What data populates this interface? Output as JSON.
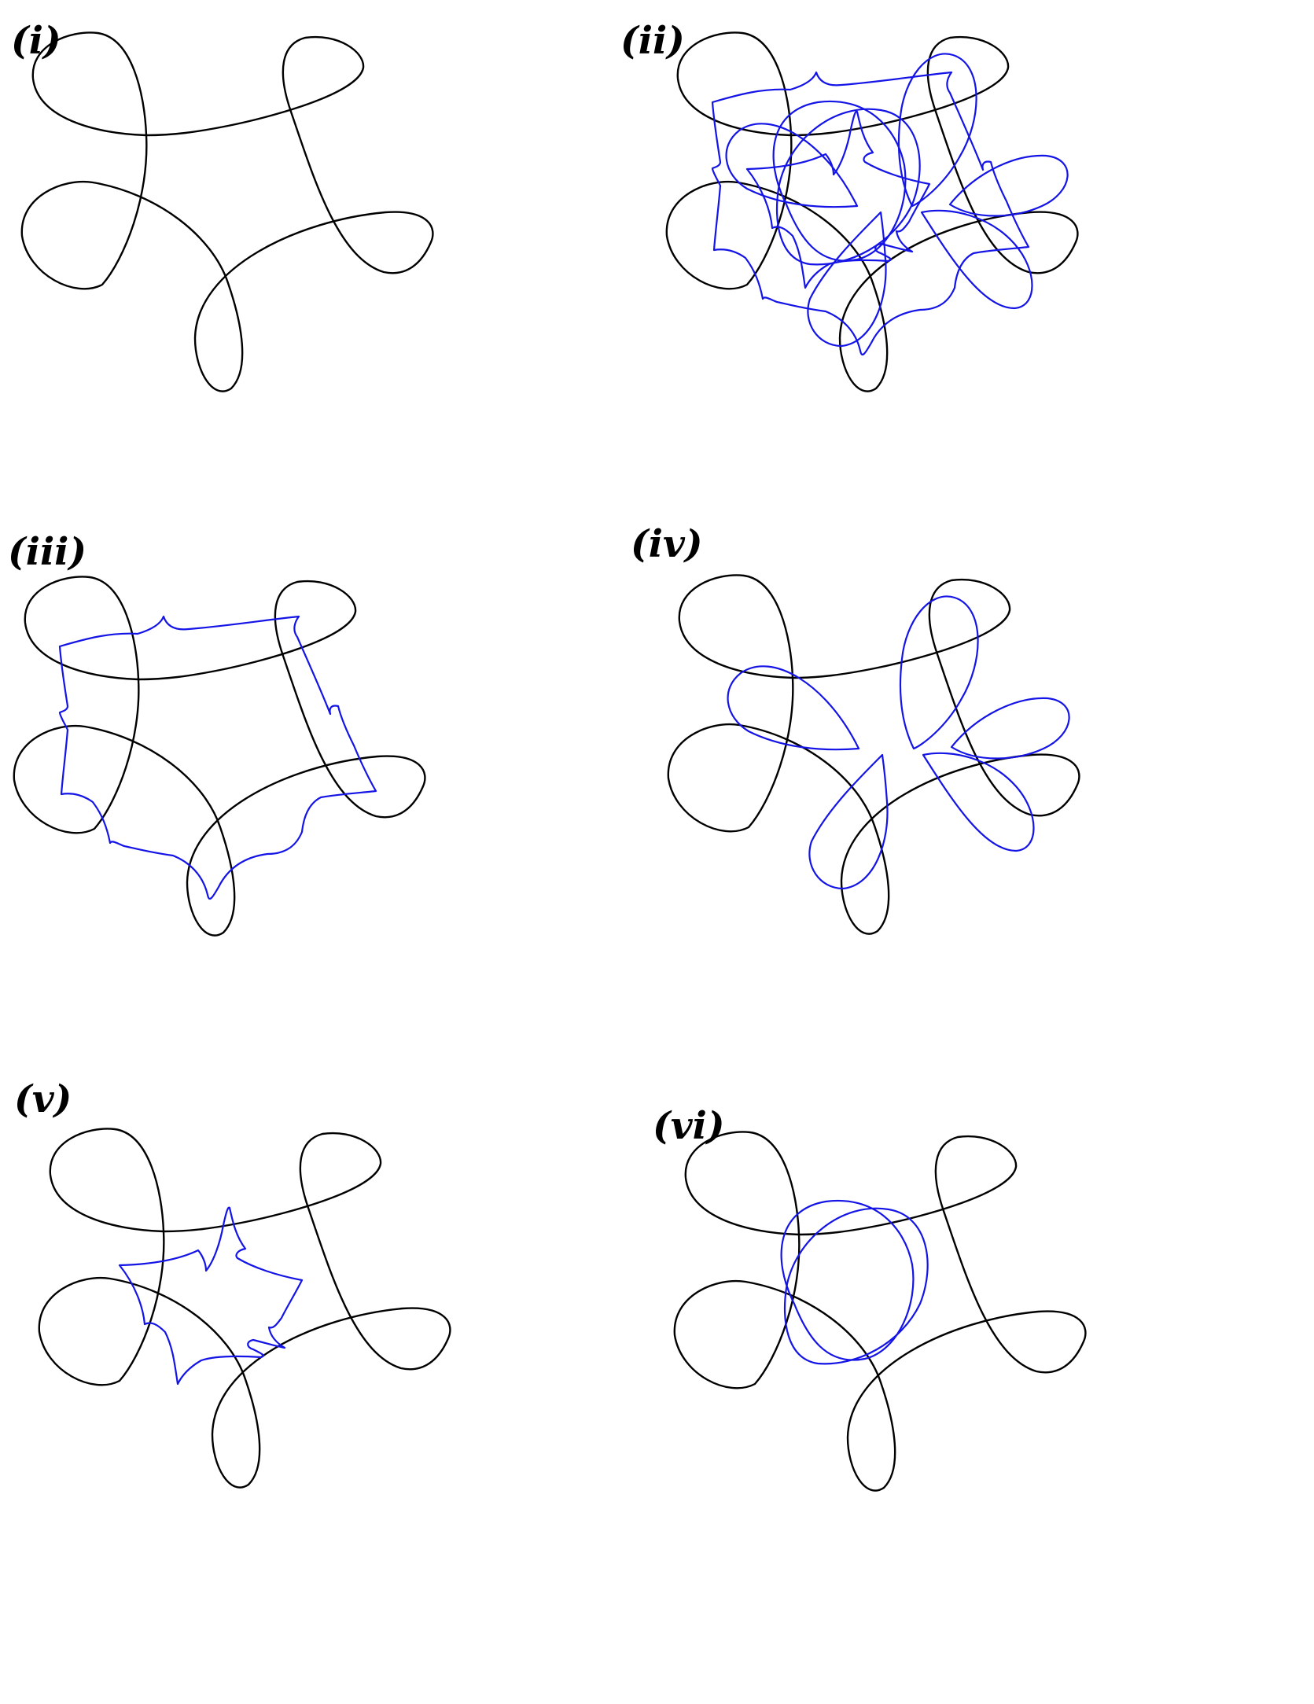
{
  "figure": {
    "colors": {
      "black_curve": "#000000",
      "blue_curve": "#1414e6",
      "background": "#ffffff"
    },
    "panels": [
      {
        "id": "i",
        "label": "(i)",
        "blue": "none"
      },
      {
        "id": "ii",
        "label": "(ii)",
        "blue": "all_families"
      },
      {
        "id": "iii",
        "label": "(iii)",
        "blue": "outer_cusped_ring"
      },
      {
        "id": "iv",
        "label": "(iv)",
        "blue": "five_petal_loops"
      },
      {
        "id": "v",
        "label": "(v)",
        "blue": "inner_cusped_star"
      },
      {
        "id": "vi",
        "label": "(vi)",
        "blue": "central_oval_loops"
      }
    ]
  }
}
